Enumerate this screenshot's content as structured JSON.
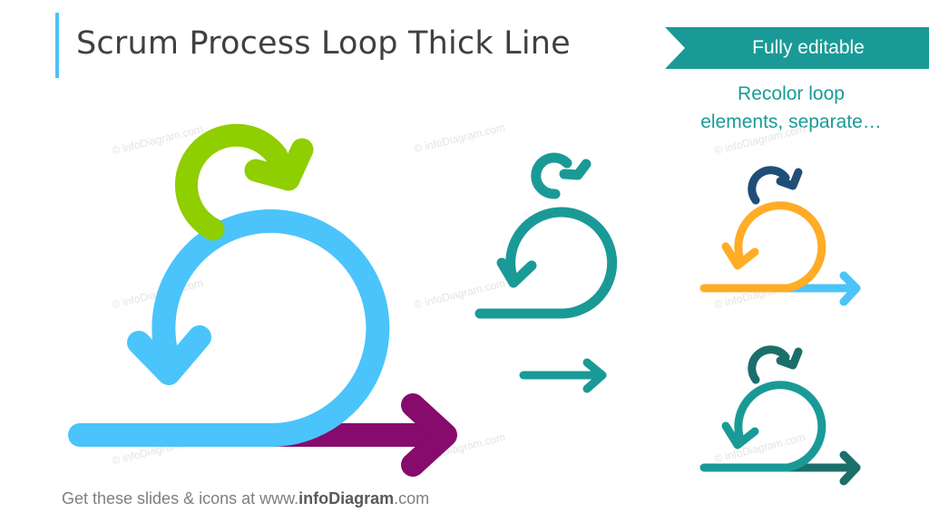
{
  "slide": {
    "title": "Scrum Process Loop Thick Line",
    "badge": "Fully editable",
    "note_line1": "Recolor loop",
    "note_line2": "elements, separate…",
    "footer_prefix": "Get these slides & icons at www.",
    "footer_brand": "infoDiagram",
    "footer_suffix": ".com",
    "watermark": "© infoDiagram.com"
  },
  "colors": {
    "accent_bar": "#4bc3f5",
    "badge": "#1a9a96",
    "green": "#8fce00",
    "light_blue": "#4ac4fa",
    "purple": "#860b6c",
    "teal": "#1a9a96",
    "navy": "#1f4e79",
    "orange": "#ffac26",
    "dark_teal": "#1a6f6b"
  },
  "icons": {
    "large_loop": "scrum-loop-icon",
    "medium_loop": "scrum-loop-icon",
    "small_arrow": "arrow-right-icon",
    "recolored_loop_1": "scrum-loop-icon",
    "recolored_loop_2": "scrum-loop-icon"
  }
}
